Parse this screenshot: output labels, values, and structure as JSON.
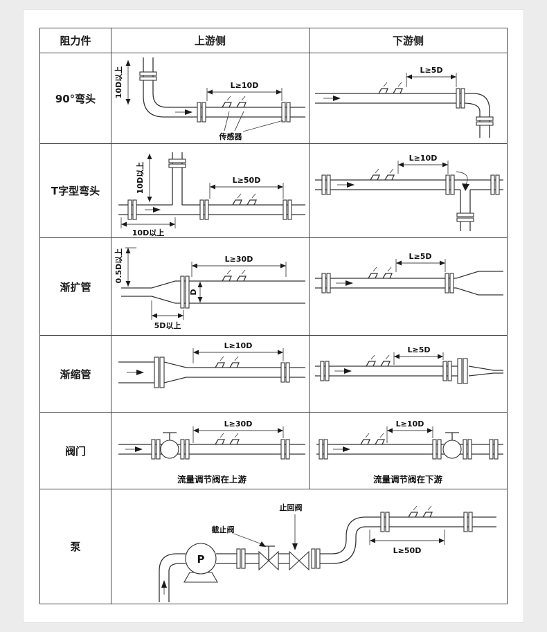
{
  "table": {
    "headers": {
      "resistance": "阻力件",
      "upstream": "上游侧",
      "downstream": "下游侧"
    },
    "rows": [
      {
        "name": "90°弯头",
        "up": {
          "dim": "L≥10D",
          "vdim": "10D以上",
          "sensor": "传感器"
        },
        "down": {
          "dim": "L≥5D"
        }
      },
      {
        "name": "T字型弯头",
        "up": {
          "dim": "L≥50D",
          "vdim": "10D以上",
          "hdim": "10D以上"
        },
        "down": {
          "dim": "L≥10D"
        }
      },
      {
        "name": "渐扩管",
        "up": {
          "dim": "L≥30D",
          "vdim": "0.5D以上",
          "ddim": "D",
          "hdim": "5D以上"
        },
        "down": {
          "dim": "L≥5D"
        }
      },
      {
        "name": "渐缩管",
        "up": {
          "dim": "L≥10D"
        },
        "down": {
          "dim": "L≥5D"
        }
      },
      {
        "name": "阀门",
        "up": {
          "dim": "L≥30D",
          "caption": "流量调节阀在上游"
        },
        "down": {
          "dim": "L≥10D",
          "caption": "流量调节阀在下游"
        }
      },
      {
        "name": "泵",
        "pump": {
          "stop_valve": "截止阀",
          "check_valve": "止回阀",
          "pump_label": "P",
          "dim": "L≥50D"
        }
      }
    ]
  }
}
